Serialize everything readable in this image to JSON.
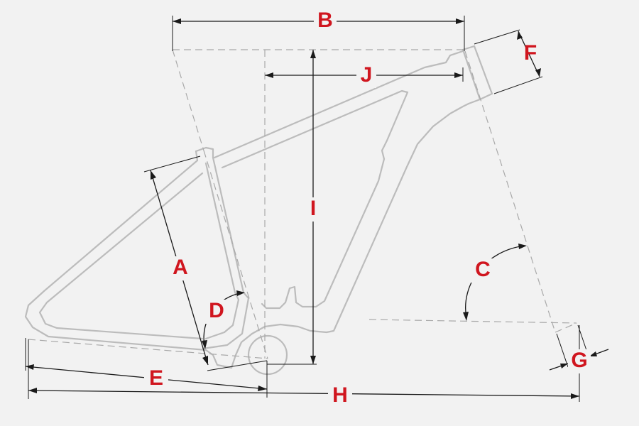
{
  "diagram": {
    "labels": {
      "A": "A",
      "B": "B",
      "C": "C",
      "D": "D",
      "E": "E",
      "F": "F",
      "G": "G",
      "H": "H",
      "I": "I",
      "J": "J"
    },
    "colors": {
      "background": "#f2f2f2",
      "frame": "#bcbcbc",
      "guide": "#a9a9a9",
      "dimension": "#1a1a1a",
      "label": "#d0161f"
    }
  }
}
